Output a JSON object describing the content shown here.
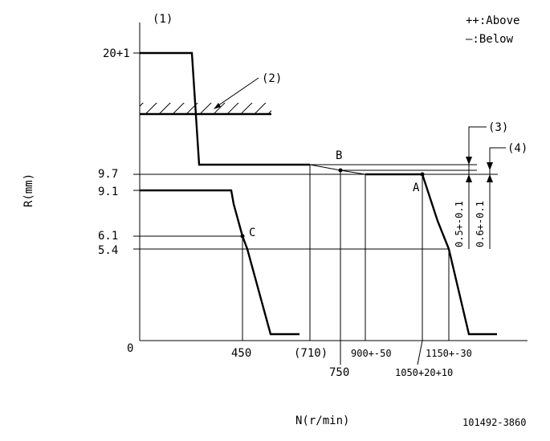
{
  "labels": {
    "ref1": "(1)",
    "ref2": "(2)",
    "ref3": "(3)",
    "ref4": "(4)",
    "legend_above": "++:Above",
    "legend_below": "—:Below",
    "y_axis": "R(mm)",
    "x_axis": "N(r/min)",
    "drawing_number": "101492-3860",
    "point_a": "A",
    "point_b": "B",
    "point_c": "C",
    "tol_3": "0.5+-0.1",
    "tol_4": "0.6+-0.1"
  },
  "y_ticks": {
    "t20": "20+1",
    "t97": "9.7",
    "t91": "9.1",
    "t61": "6.1",
    "t54": "5.4",
    "t0": "0"
  },
  "x_ticks": {
    "t450": "450",
    "t710": "(710)",
    "t750": "750",
    "t900": "900+-50",
    "t1050": "1050+20+10",
    "t1150": "1150+-30"
  },
  "colors": {
    "line": "#000000",
    "background": "#ffffff"
  }
}
